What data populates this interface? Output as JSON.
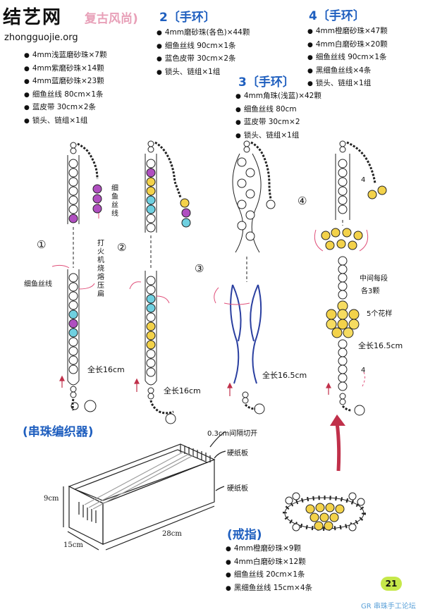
{
  "logo": {
    "cn": "结艺网",
    "url": "zhongguojie.org"
  },
  "sections": {
    "s1": {
      "title": "复古风尚)",
      "items": [
        "4mm浅蓝磨砂珠×7颗",
        "4mm紫磨砂珠×14颗",
        "4mm蓝磨砂珠×23颗",
        "细鱼丝线 80cm×1条",
        "蓝皮带 30cm×2条",
        "锁头、链组×1组"
      ]
    },
    "s2": {
      "title": "2〔手环〕",
      "items": [
        "4mm磨砂珠(各色)×44颗",
        "细鱼丝线 90cm×1条",
        "蓝色皮带 30cm×2条",
        "锁头、链组×1组"
      ]
    },
    "s3": {
      "title": "3〔手环〕",
      "items": [
        "4mm角珠(浅蓝)×42颗",
        "细鱼丝线 80cm",
        "蓝皮带 30cm×2",
        "锁头、链组×1组"
      ]
    },
    "s4": {
      "title": "4〔手环〕",
      "items": [
        "4mm橙磨砂珠×47颗",
        "4mm白磨砂珠×20颗",
        "细鱼丝线 90cm×1条",
        "黑细鱼丝线×4条",
        "锁头、链组×1组"
      ]
    },
    "loom": {
      "title": "(串珠编织器)"
    },
    "ring": {
      "title": "(戒指)",
      "items": [
        "4mm橙磨砂珠×9颗",
        "4mm白磨砂珠×12颗",
        "细鱼丝线 20cm×1条",
        "黑细鱼丝线 15cm×4条"
      ]
    }
  },
  "annotations": {
    "fishline_v": "细鱼丝线",
    "lighter": "打火机烧熔压扁",
    "fishline_h": "细鱼丝线",
    "len1": "全长16cm",
    "len2": "全长16cm",
    "len3": "全长16.5cm",
    "len4": "全长16.5cm",
    "mid": "中间每段",
    "each3": "各3颗",
    "flower": "5个花样",
    "four_a": "4",
    "four_b": "4",
    "gap": "0.3cm间隔切开",
    "board1": "硬纸板",
    "board2": "硬纸板",
    "d9": "9cm",
    "d15": "15cm",
    "d28": "28cm"
  },
  "numbers": {
    "n1": "①",
    "n2": "②",
    "n3": "③",
    "n4": "④"
  },
  "page": "21",
  "watermark": "GR 串珠手工论坛",
  "colors": {
    "blue_title": "#1f5fbf",
    "orange": "#f3d24a",
    "light_blue": "#6fd0e0",
    "purple": "#b04fc0",
    "pink_line": "#e0507a",
    "navy_cord": "#2a3fa0"
  }
}
